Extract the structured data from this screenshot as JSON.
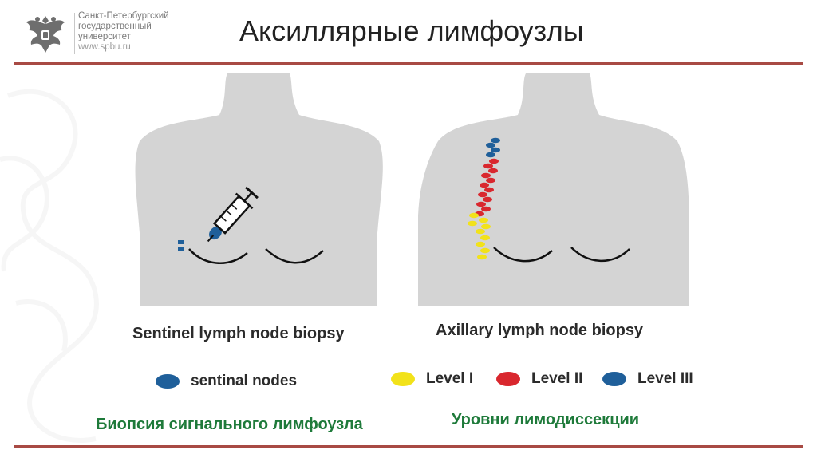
{
  "header": {
    "university_lines": [
      "Санкт-Петербургский",
      "государственный",
      "университет"
    ],
    "website": "www.spbu.ru",
    "title": "Аксиллярные лимфоузлы"
  },
  "figure": {
    "left_caption": "Sentinel lymph node biopsy",
    "right_caption": "Axillary lymph node biopsy",
    "legend": [
      {
        "label": "sentinal nodes",
        "color": "#1f5f9a"
      },
      {
        "label": "Level I",
        "color": "#f2e21a"
      },
      {
        "label": "Level II",
        "color": "#d9272e"
      },
      {
        "label": "Level III",
        "color": "#1f5f9a"
      }
    ],
    "body_color": "#d4d4d4"
  },
  "subtitles": {
    "left": "Биопсия сигнального лимфоузла",
    "right": "Уровни лимодиссекции",
    "color": "#1e7a3a"
  },
  "colors": {
    "accent_rule": "#a84a44",
    "university_text": "#7a7a7a"
  }
}
